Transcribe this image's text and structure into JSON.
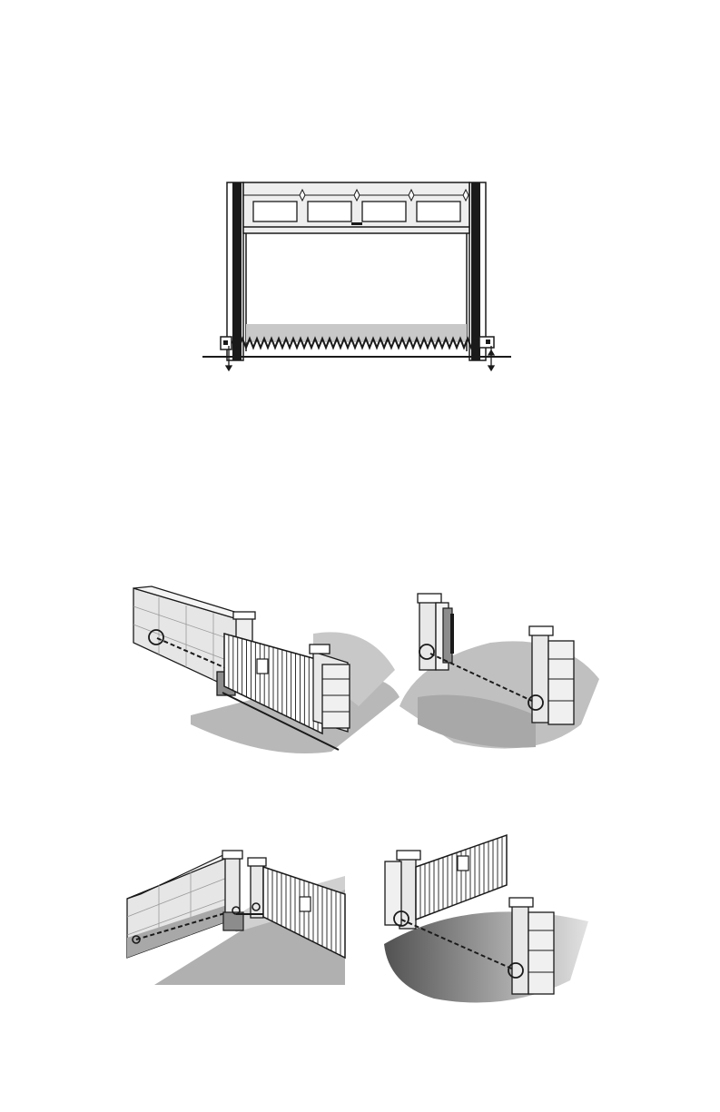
{
  "colors": {
    "ink": "#1a1a1a",
    "paper": "#ffffff",
    "light_gray": "#d9d9d9",
    "mid_gray": "#b3b3b3",
    "dark_gray": "#8c8c8c"
  },
  "figures": [
    {
      "name": "garage-door-safety-sensor-installation",
      "icons": [
        "garage-door-icon",
        "photo-eye-sensor-icon",
        "invisible-beam-icon"
      ]
    },
    {
      "name": "slide-gate-sensor-installation",
      "icons": [
        "slide-gate-icon",
        "gate-operator-icon",
        "photo-eye-sensor-icon"
      ]
    },
    {
      "name": "swing-gate-post-mount-sensor-installation",
      "icons": [
        "swing-gate-icon",
        "gate-operator-icon",
        "photo-eye-sensor-icon"
      ]
    },
    {
      "name": "swing-gate-wall-mount-sensor-installation",
      "icons": [
        "swing-gate-icon",
        "photo-eye-sensor-icon"
      ]
    },
    {
      "name": "swing-gate-outward-sensor-installation",
      "icons": [
        "swing-gate-icon",
        "photo-eye-sensor-icon"
      ]
    }
  ]
}
